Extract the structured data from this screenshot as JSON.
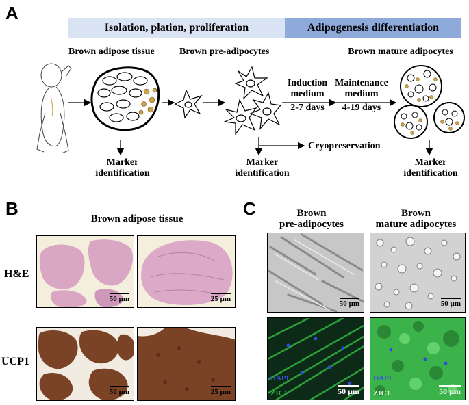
{
  "panels": {
    "a": "A",
    "b": "B",
    "c": "C"
  },
  "banners": {
    "left": "Isolation, plation, proliferation",
    "right": "Adipogenesis differentiation"
  },
  "stages": {
    "tissue": "Brown adipose tissue",
    "pre": "Brown pre-adipocytes",
    "mature": "Brown mature adipocytes"
  },
  "media": {
    "induction_line1": "Induction",
    "induction_line2": "medium",
    "induction_days": "2-7 days",
    "maintenance_line1": "Maintenance",
    "maintenance_line2": "medium",
    "maintenance_days": "4-19 days"
  },
  "cryo": "Cryopreservation",
  "marker": {
    "line1": "Marker",
    "line2": "identification"
  },
  "panel_b": {
    "title": "Brown adipose tissue",
    "row1": "H&E",
    "row2": "UCP1",
    "scale_50": "50 µm",
    "scale_25": "25 µm"
  },
  "panel_c": {
    "col1_line1": "Brown",
    "col1_line2": "pre-adipocytes",
    "col2_line1": "Brown",
    "col2_line2": "mature adipocytes",
    "scale_50": "50 µm",
    "stain_dapi": "DAPI",
    "stain_zic1": "ZIC1"
  },
  "colors": {
    "banner_left": "#dae3f3",
    "banner_right": "#8eaadb",
    "he_pink": "#d9a6c4",
    "he_bg": "#f4eedc",
    "ucp1_brown": "#7a4326",
    "brightfield": "#c7c7c7",
    "fluor_green": "#2fae3c",
    "fluor_dark": "#0d2a18",
    "fat_droplet_fill": "#c9a24a"
  }
}
